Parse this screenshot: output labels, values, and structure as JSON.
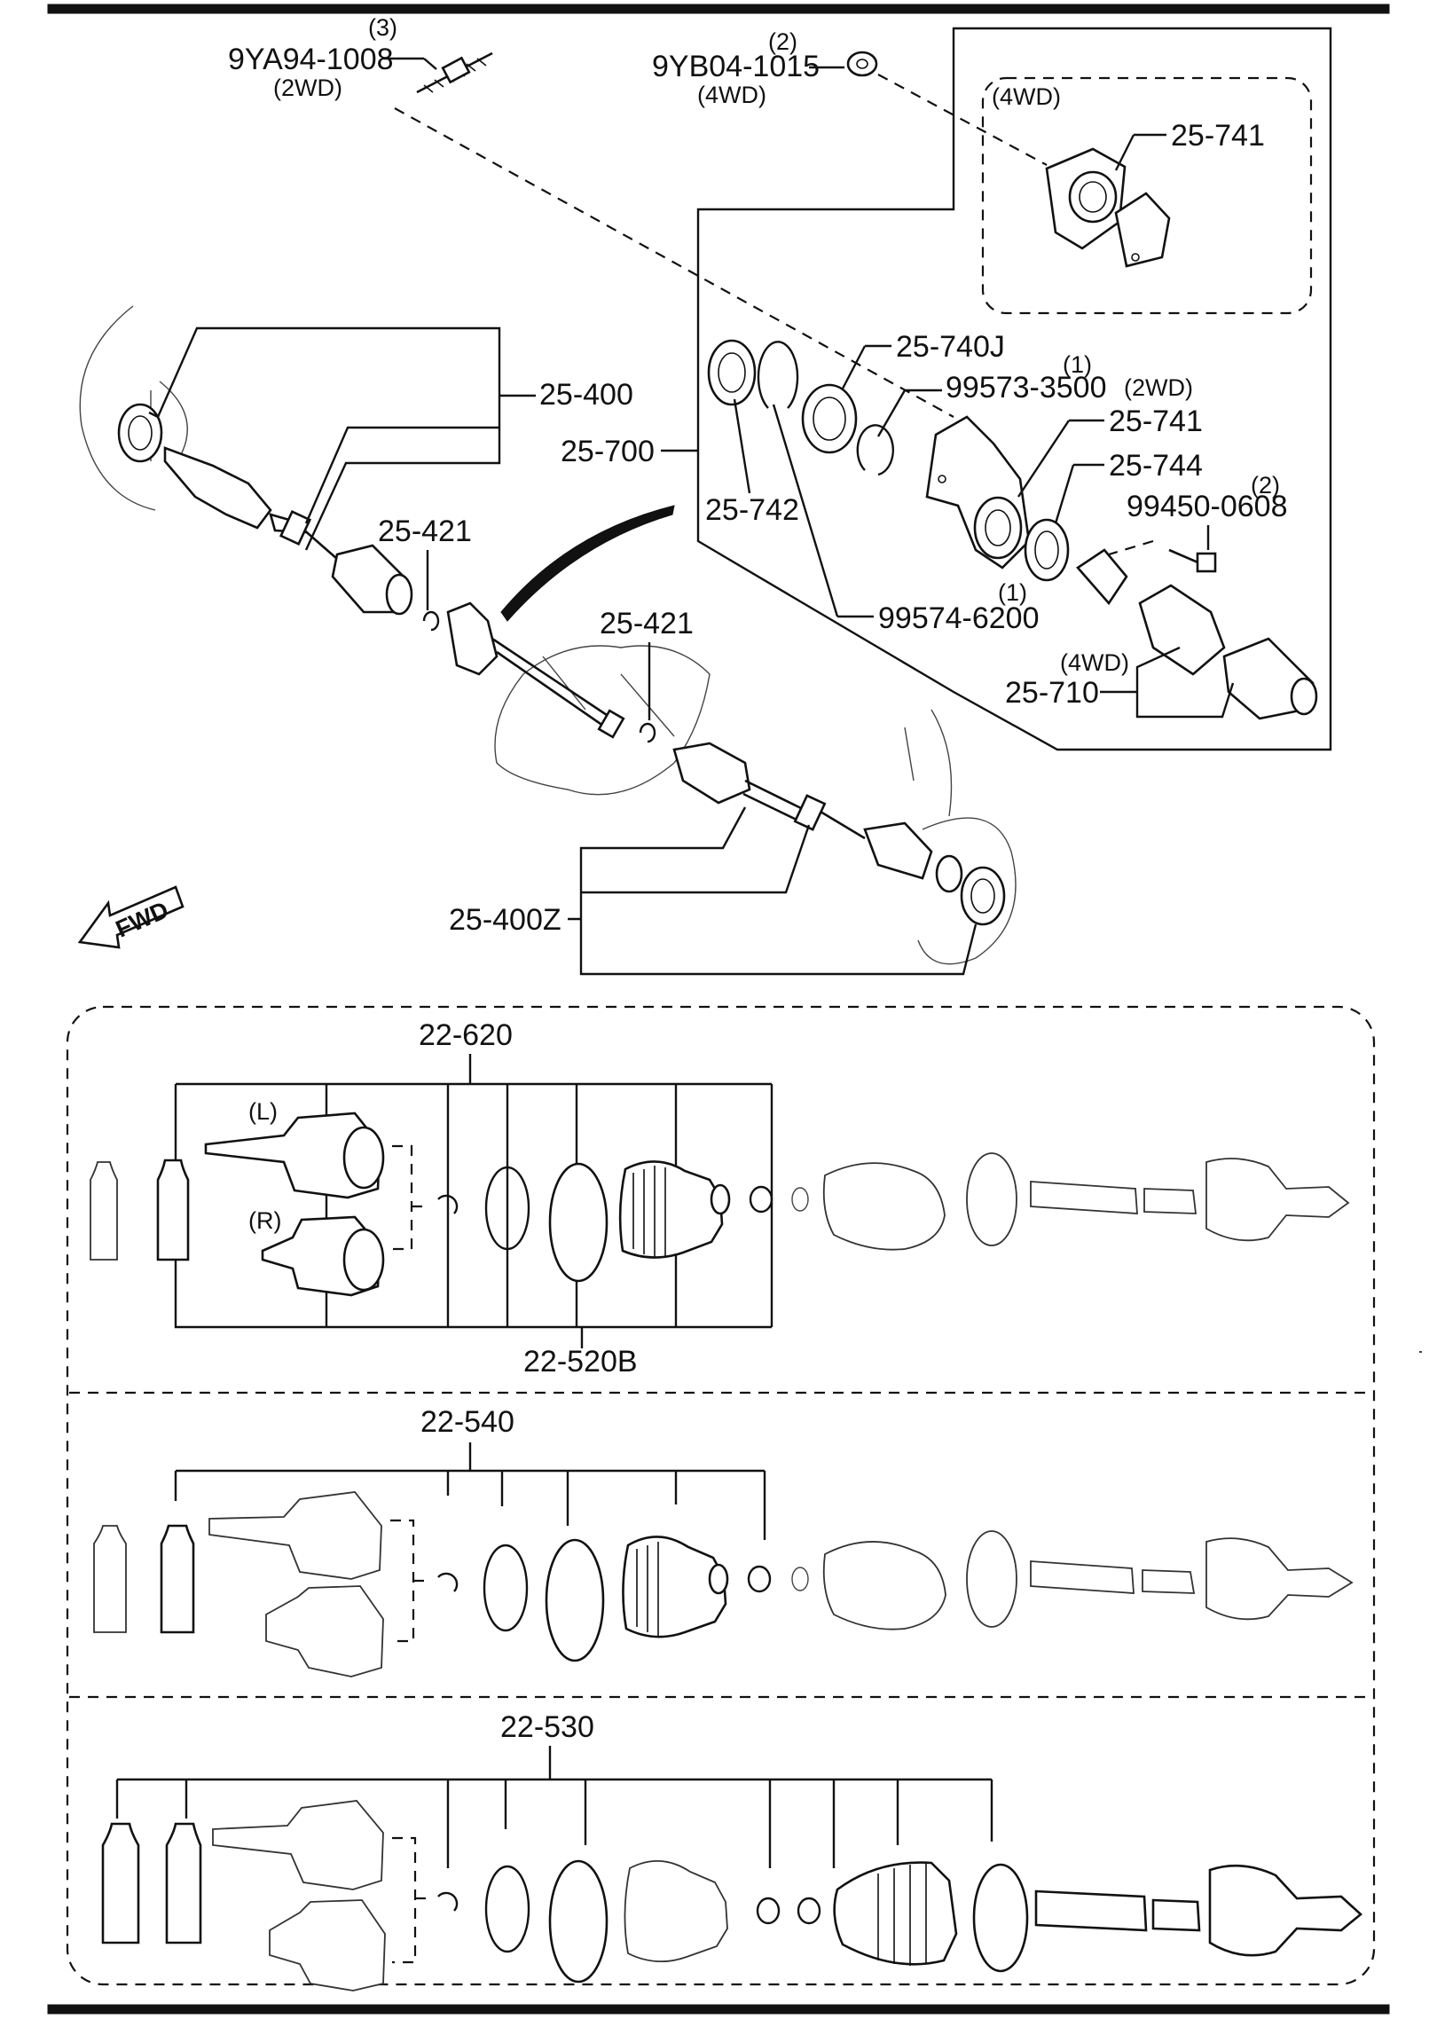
{
  "top_section": {
    "stud_2wd": {
      "qty": "(3)",
      "part_no": "9YA94-1008",
      "note": "(2WD)"
    },
    "nut_4wd": {
      "qty": "(2)",
      "part_no": "9YB04-1015",
      "note": "(4WD)"
    },
    "left_shaft": "25-400",
    "right_shaft": "25-400Z",
    "clip_left": "25-421",
    "clip_right": "25-421",
    "fwd": "FWD",
    "box_4wd_label": "(4WD)",
    "bracket_4wd": "25-741",
    "joint_shaft_assy": "25-700",
    "bearing": "25-740J",
    "snap_ring_1": {
      "qty": "(1)",
      "part_no": "99573-3500"
    },
    "label_2wd": "(2WD)",
    "bracket_2wd": "25-741",
    "dust_seal": "25-744",
    "bolt": {
      "qty": "(2)",
      "part_no": "99450-0608"
    },
    "oil_seal": "25-742",
    "snap_ring_2": {
      "qty": "(1)",
      "part_no": "99574-6200"
    },
    "joint_shaft_4wd_label": "(4WD)",
    "joint_shaft": "25-710"
  },
  "kits": [
    {
      "part_no": "22-620",
      "boot_set": "22-520B",
      "left_label": "(L)",
      "right_label": "(R)"
    },
    {
      "part_no": "22-540"
    },
    {
      "part_no": "22-530"
    }
  ]
}
